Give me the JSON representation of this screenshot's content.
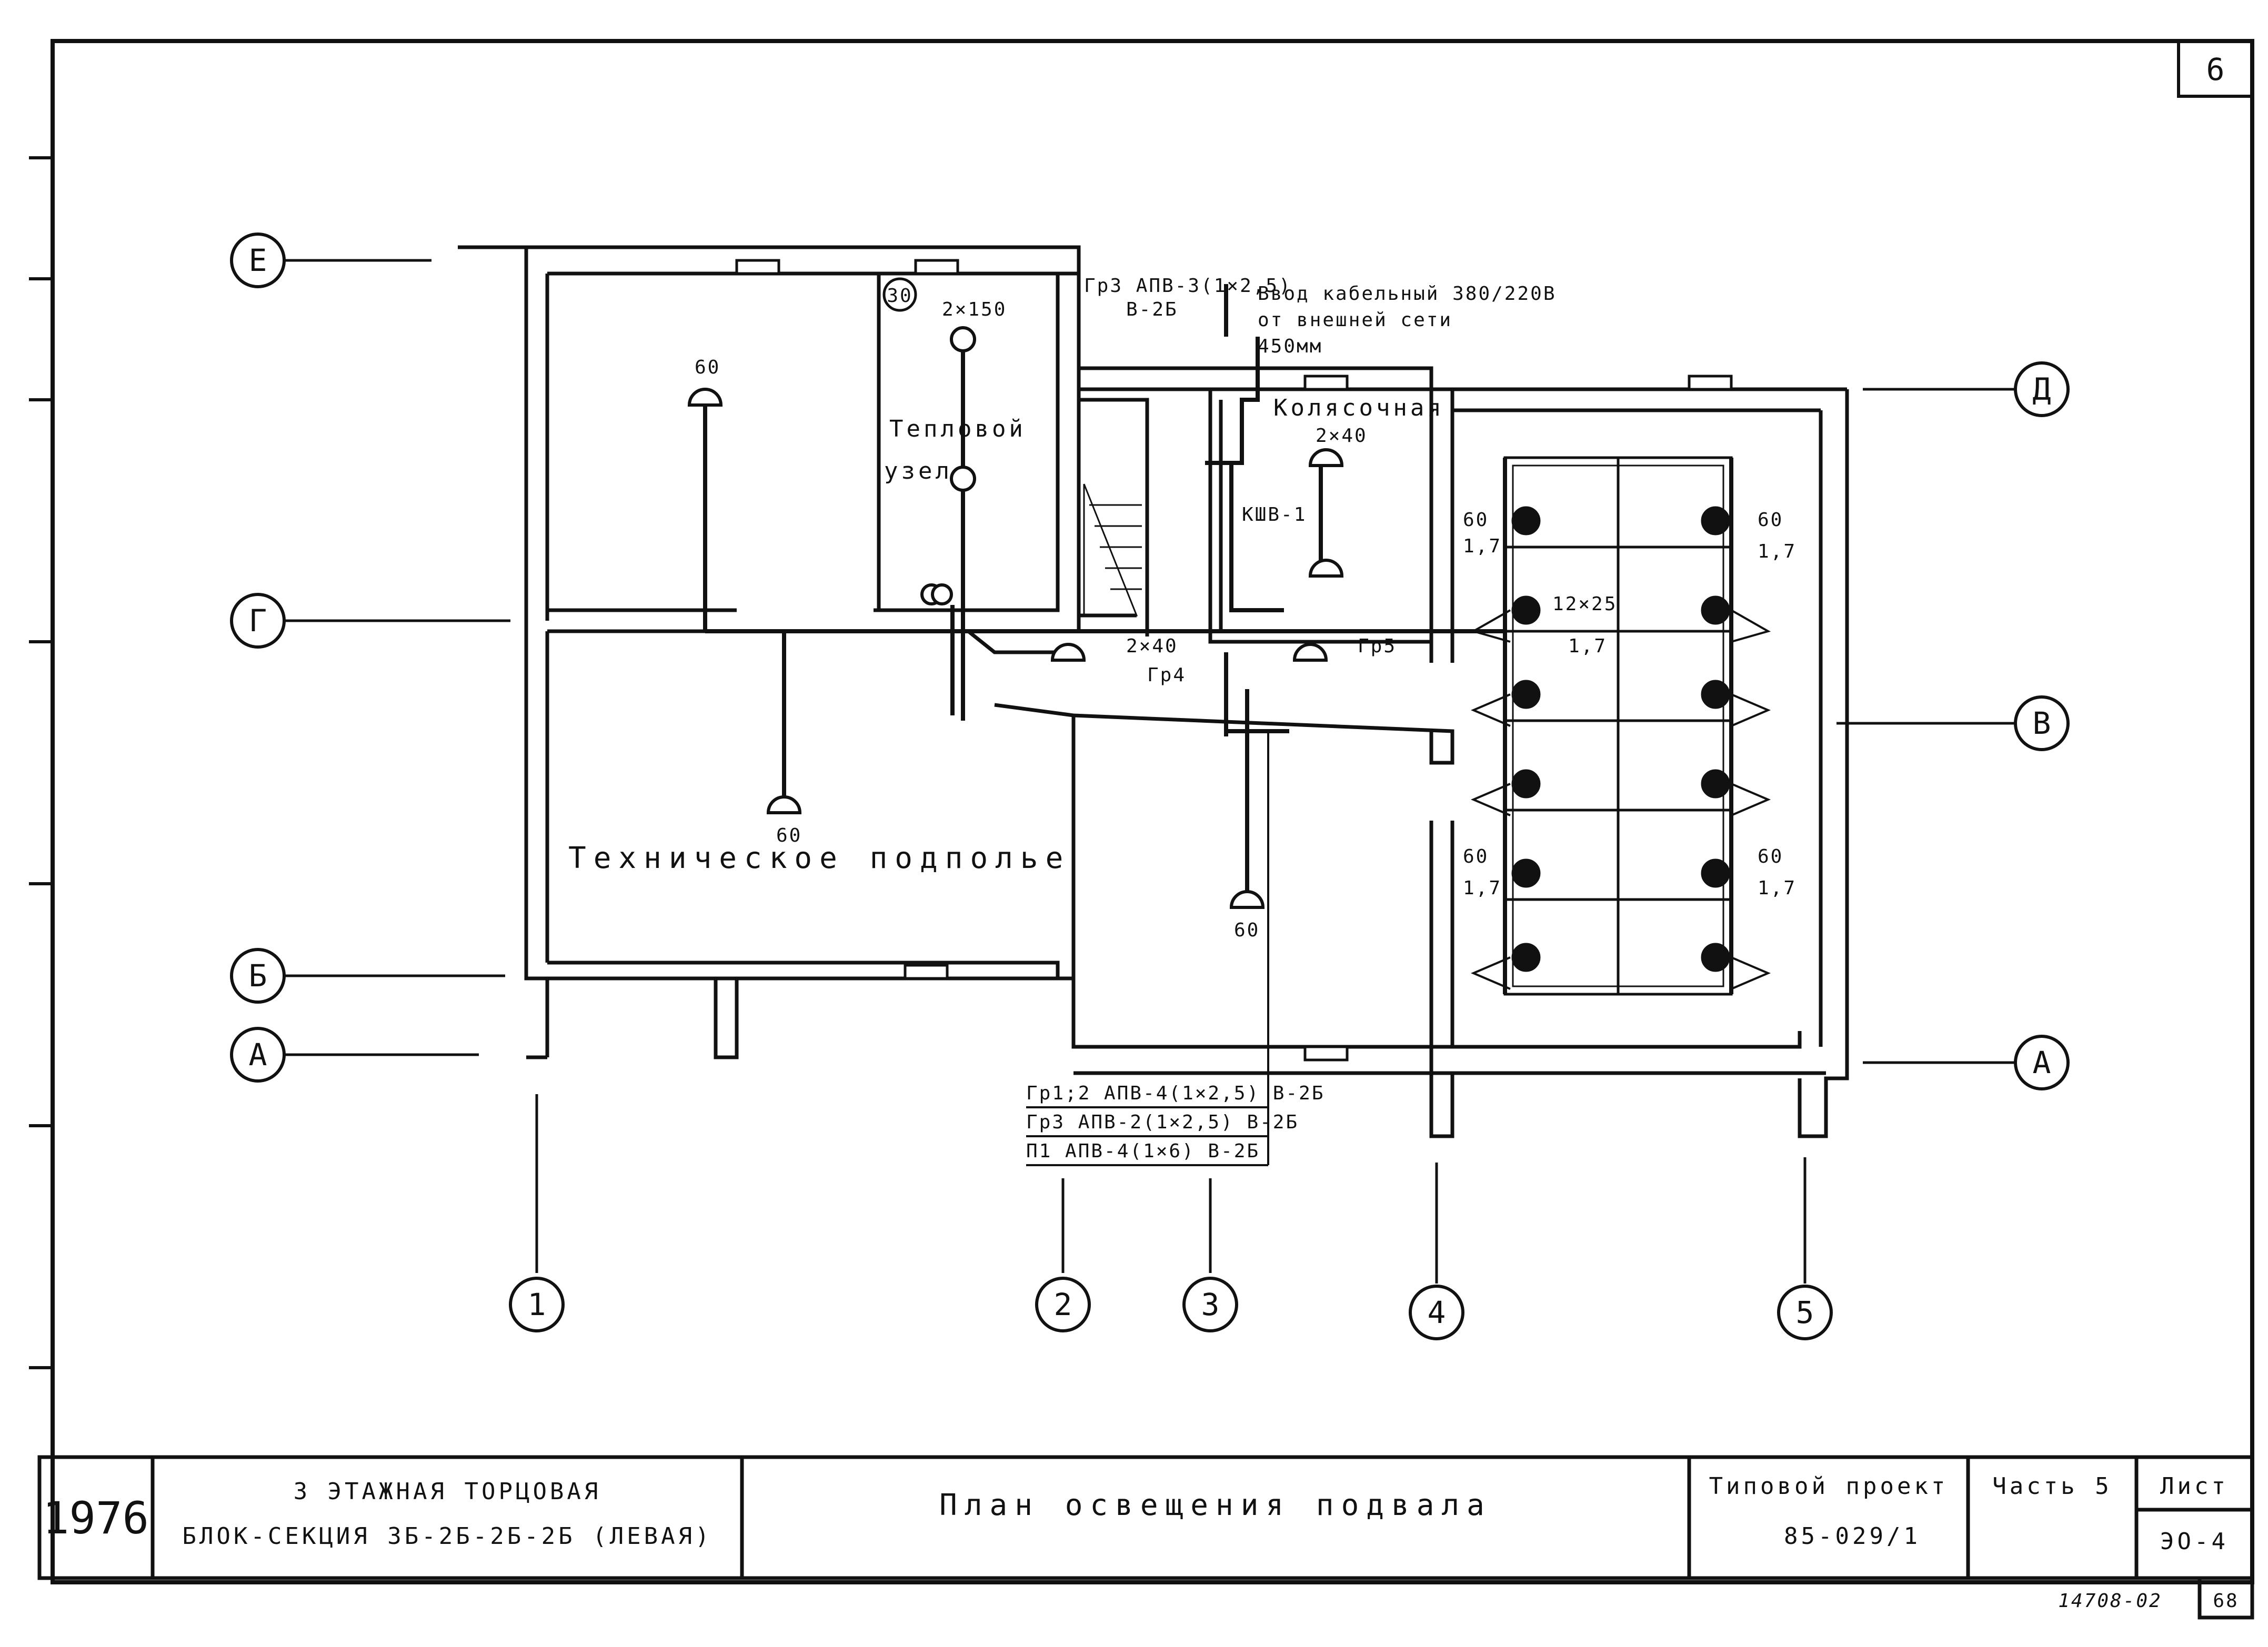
{
  "sheet": {
    "corner_number": "6",
    "footer_code": "14708-02",
    "footer_page": "68"
  },
  "title_block": {
    "year": "1976",
    "object_line1": "3 ЭТАЖНАЯ ТОРЦОВАЯ",
    "object_line2": "БЛОК-СЕКЦИЯ 3Б-2Б-2Б-2Б (ЛЕВАЯ)",
    "drawing_title": "План освещения подвала",
    "project_label": "Типовой проект",
    "project_number": "85-029/1",
    "part_label": "Часть 5",
    "sheet_label": "Лист",
    "sheet_number": "ЭО-4"
  },
  "axes": {
    "rows": [
      "Е",
      "Д",
      "Г",
      "В",
      "Б",
      "А",
      "А"
    ],
    "columns": [
      "1",
      "2",
      "3",
      "4",
      "5"
    ]
  },
  "rooms": {
    "heat_node_no": "30",
    "heat_node_line1": "Тепловой",
    "heat_node_line2": "узел",
    "stroller": "Колясочная",
    "tech_underfloor": "Техническое подполье"
  },
  "cable": {
    "inlet_line1": "Ввод кабельный 380/220В",
    "inlet_line2": "от внешней сети",
    "depth": "450мм",
    "group3_top": "Гр3 АПВ-3(1×2,5)",
    "group3_top_sub": "В-2Б",
    "panel": "КШВ-1",
    "group4": "Гр4",
    "group5": "Гр5",
    "riser_1": "Гр1;2 АПВ-4(1×2,5) В-2Б",
    "riser_2": "Гр3 АПВ-2(1×2,5) В-2Б",
    "riser_3": "П1 АПВ-4(1×6) В-2Б"
  },
  "fixtures": {
    "lamp_60": "60",
    "lamp_2x150": "2×150",
    "lamp_2x40": "2×40",
    "lamp_12x25": "12×25",
    "height_17": "1,7"
  }
}
